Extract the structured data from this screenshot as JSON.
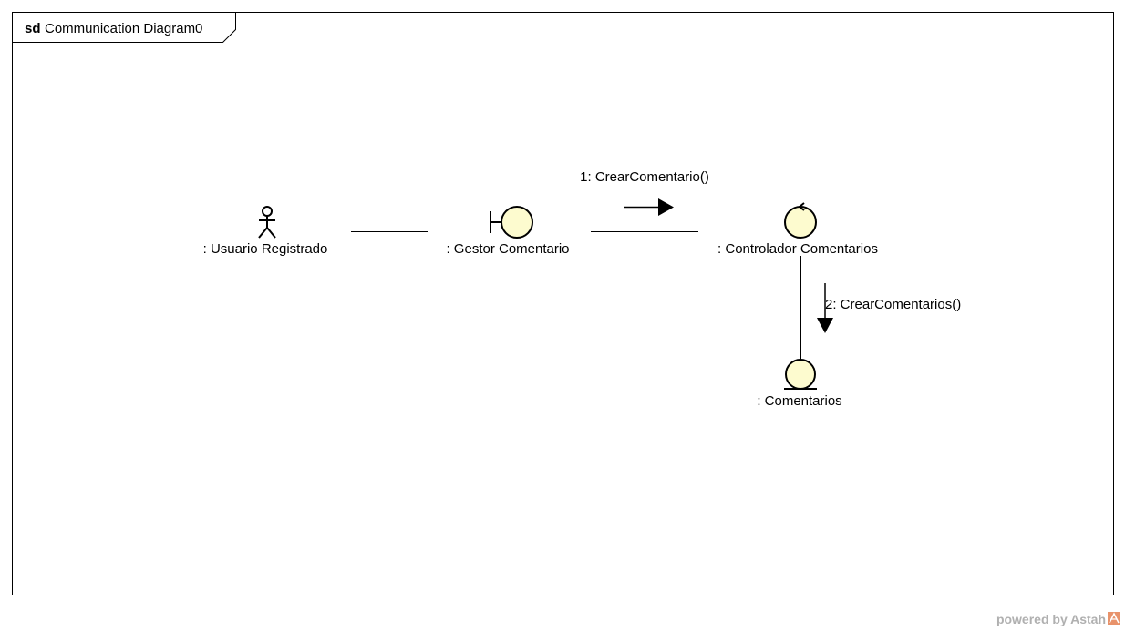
{
  "frame": {
    "keyword": "sd",
    "name": "Communication Diagram0"
  },
  "lifelines": {
    "usuario": ": Usuario Registrado",
    "gestor": ": Gestor Comentario",
    "controlador": ": Controlador Comentarios",
    "comentarios": ": Comentarios"
  },
  "messages": {
    "m1": "1: CrearComentario()",
    "m2": "2: CrearComentarios()"
  },
  "colors": {
    "element_fill": "#fdfbcf",
    "stroke": "#000000",
    "watermark": "#b0b0b0",
    "logo_accent": "#e8926a"
  },
  "watermark": {
    "text": "powered by Astah",
    "icon": "astah-logo-icon"
  }
}
